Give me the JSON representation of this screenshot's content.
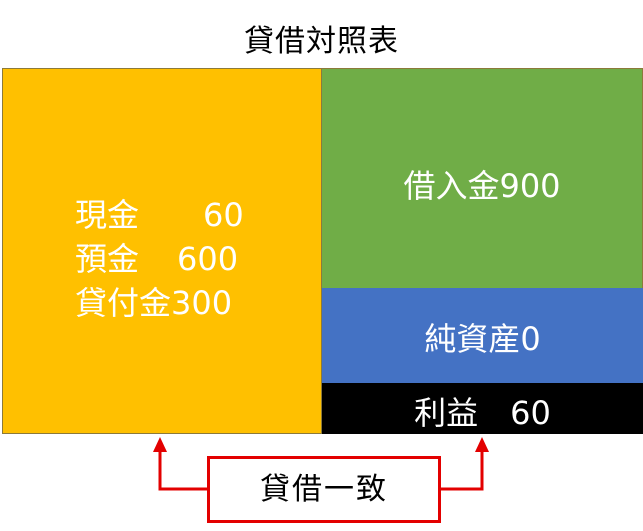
{
  "title": "貸借対照表",
  "assets": {
    "items": [
      {
        "label": "現金",
        "value": "60"
      },
      {
        "label": "預金",
        "value": "600"
      },
      {
        "label": "貸付金",
        "value": "300"
      }
    ]
  },
  "liabilities": {
    "loan": "借入金900",
    "net_assets": "純資産0",
    "profit": "利益　60"
  },
  "balance_label": "貸借一致",
  "colors": {
    "assets": "#FFC000",
    "loan": "#70AD47",
    "net_assets": "#4472C4",
    "profit": "#000000",
    "arrow": "#E30000"
  }
}
